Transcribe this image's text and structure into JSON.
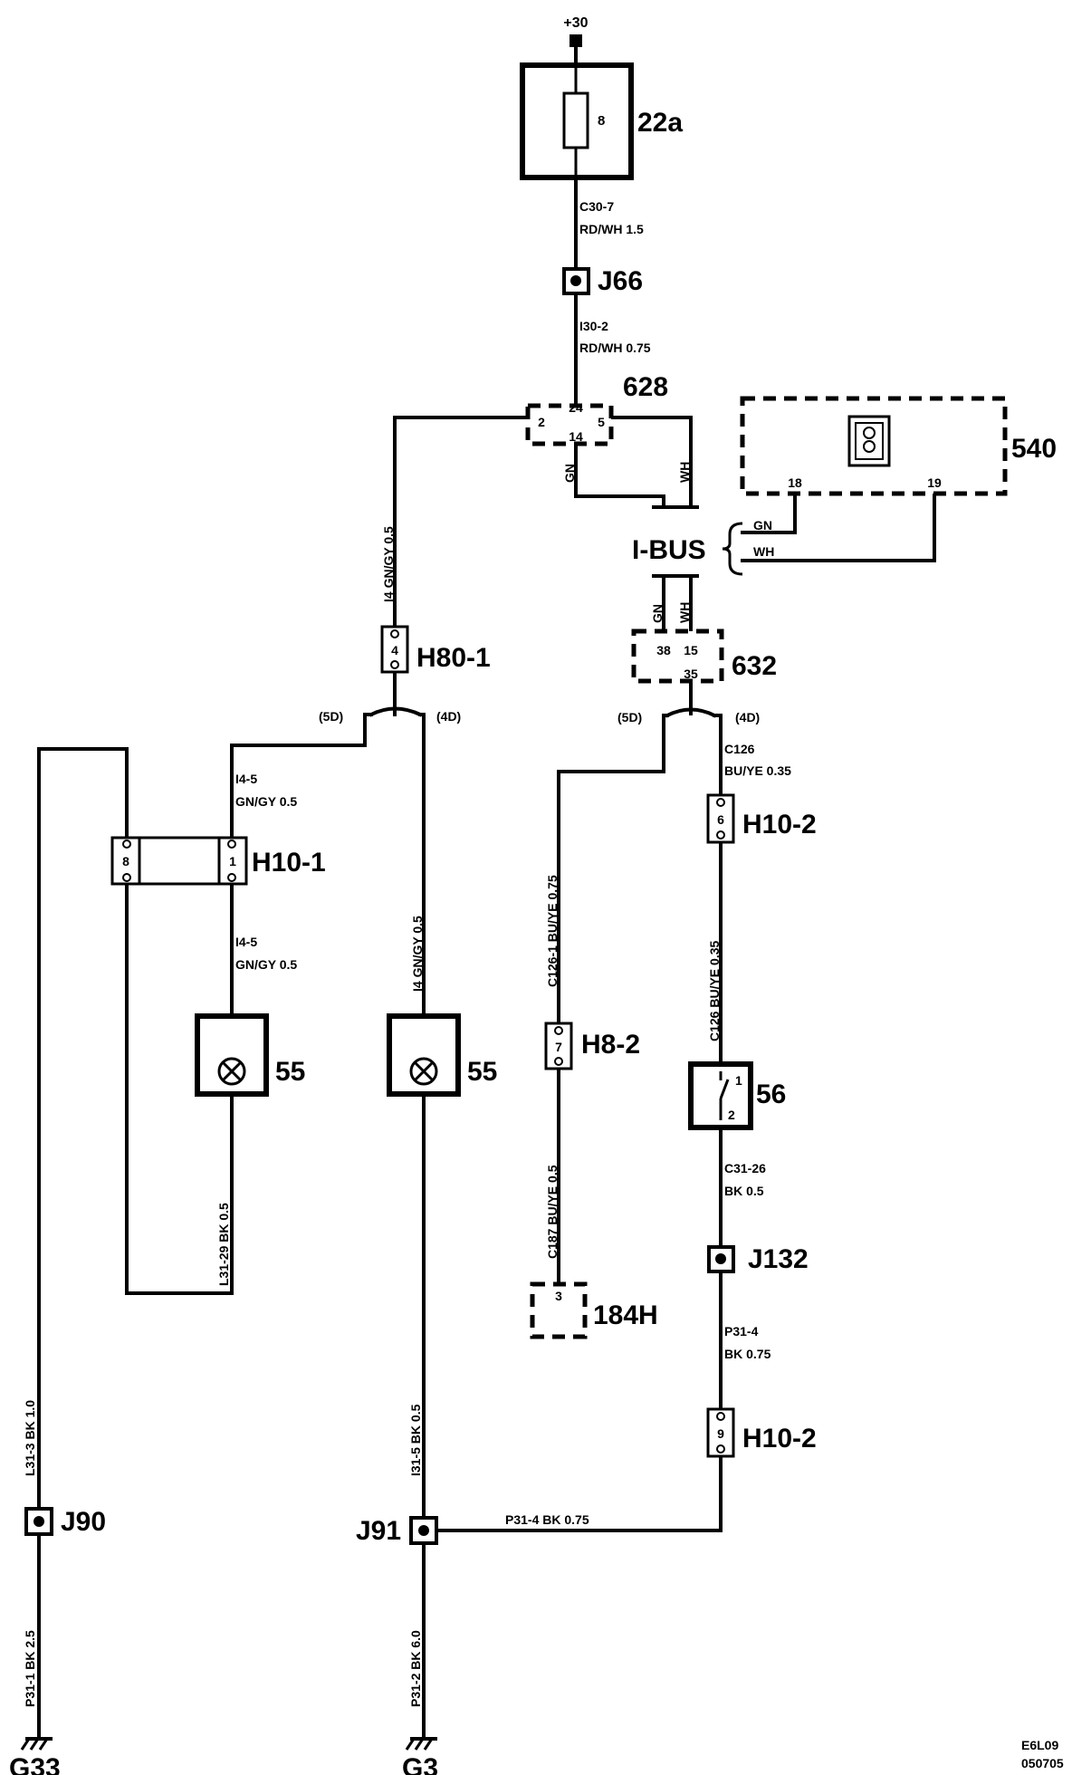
{
  "diagram_id": "E6L09",
  "diagram_date": "050705",
  "supply": "+30",
  "components": {
    "fuse_box": "22a",
    "fuse_pin": "8",
    "j66": "J66",
    "c628": "628",
    "c628_pins": {
      "p24": "24",
      "p2": "2",
      "p5": "5",
      "p14": "14"
    },
    "c540": "540",
    "c540_pins": {
      "p18": "18",
      "p19": "19"
    },
    "ibus": "I-BUS",
    "c632": "632",
    "c632_pins": {
      "p38": "38",
      "p15": "15",
      "p35": "35"
    },
    "h80_1": "H80-1",
    "h80_1_pin": "4",
    "h10_1": "H10-1",
    "h10_1_pins": {
      "p8": "8",
      "p1": "1"
    },
    "lamp_left": "55",
    "lamp_right": "55",
    "h10_2_top": "H10-2",
    "h10_2_top_pin": "6",
    "h8_2": "H8-2",
    "h8_2_pin": "7",
    "c184h": "184H",
    "c184h_pin": "3",
    "switch56": "56",
    "switch56_pins": {
      "p1": "1",
      "p2": "2"
    },
    "j132": "J132",
    "h10_2_bottom": "H10-2",
    "h10_2_bottom_pin": "9",
    "j90": "J90",
    "j91": "J91",
    "g33": "G33",
    "g3": "G3"
  },
  "variants": {
    "five_door": "(5D)",
    "four_door": "(4D)"
  },
  "wires": {
    "c30_7_id": "C30-7",
    "c30_7_spec": "RD/WH   1.5",
    "i30_2_id": "I30-2",
    "i30_2_spec": "RD/WH   0.75",
    "gn": "GN",
    "wh": "WH",
    "i4_vert": "I4     GN/GY   0.5",
    "i4_5_id_a": "I4-5",
    "i4_5_spec_a": "GN/GY   0.5",
    "i4_5_id_b": "I4-5",
    "i4_5_spec_b": "GN/GY   0.5",
    "i4_lamp": "I4 GN/GY   0.5",
    "c126_id": "C126",
    "c126_spec": "BU/YE   0.35",
    "c126_vert": "C126     BU/YE      0.35",
    "c126_1_vert": "C126-1     BU/YE   0.75",
    "c187_vert": "C187    BU/YE       0.5",
    "l31_29_vert": "L31-29   BK    0.5",
    "c31_26_id": "C31-26",
    "c31_26_spec": "BK   0.5",
    "p31_4_id_a": "P31-4",
    "p31_4_spec_a": "BK  0.75",
    "l31_3_vert": "L31-3   BK    1.0",
    "i31_5_vert": "I31-5   BK    0.5",
    "p31_4_horiz": "P31-4      BK   0.75",
    "p31_1_vert": "P31-1  BK 2.5",
    "p31_2_vert": "P31-2 BK 6.0"
  }
}
